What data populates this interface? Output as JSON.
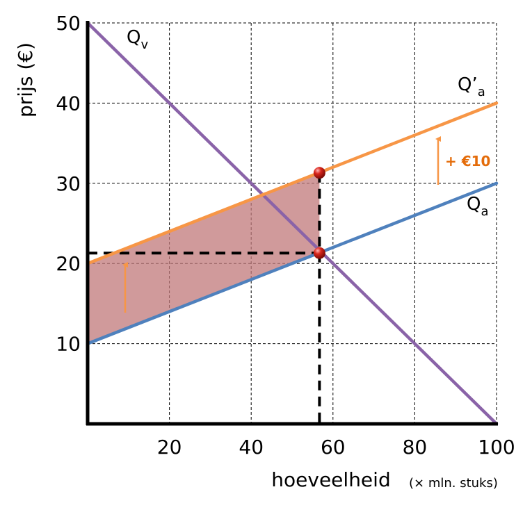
{
  "chart_data": {
    "type": "line",
    "xlabel": "hoeveelheid",
    "xunit": "(× mln. stuks)",
    "ylabel": "prijs (€)",
    "xlim": [
      0,
      100
    ],
    "ylim": [
      0,
      50
    ],
    "xticks": [
      20,
      40,
      60,
      80,
      100
    ],
    "yticks": [
      10,
      20,
      30,
      40,
      50
    ],
    "grid": true,
    "series": [
      {
        "name": "Q",
        "subscript": "v",
        "prime": "",
        "color": "#8a63a8",
        "x": [
          0,
          100
        ],
        "y": [
          50,
          0
        ]
      },
      {
        "name": "Q",
        "subscript": "a",
        "prime": "",
        "color": "#4f81bd",
        "x": [
          0,
          100
        ],
        "y": [
          10,
          30
        ]
      },
      {
        "name": "Q",
        "subscript": "a",
        "prime": "’",
        "color": "#f79646",
        "x": [
          0,
          100
        ],
        "y": [
          20,
          40
        ]
      }
    ],
    "equilibrium_points": [
      {
        "x": 56.7,
        "y": 21.3
      },
      {
        "x": 56.7,
        "y": 31.3
      }
    ],
    "shaded_area": {
      "x_from": 0,
      "x_to": 56.7,
      "color": "#c0787a"
    },
    "annotation": {
      "text": "+ €10",
      "color": "#e46c0a"
    }
  }
}
